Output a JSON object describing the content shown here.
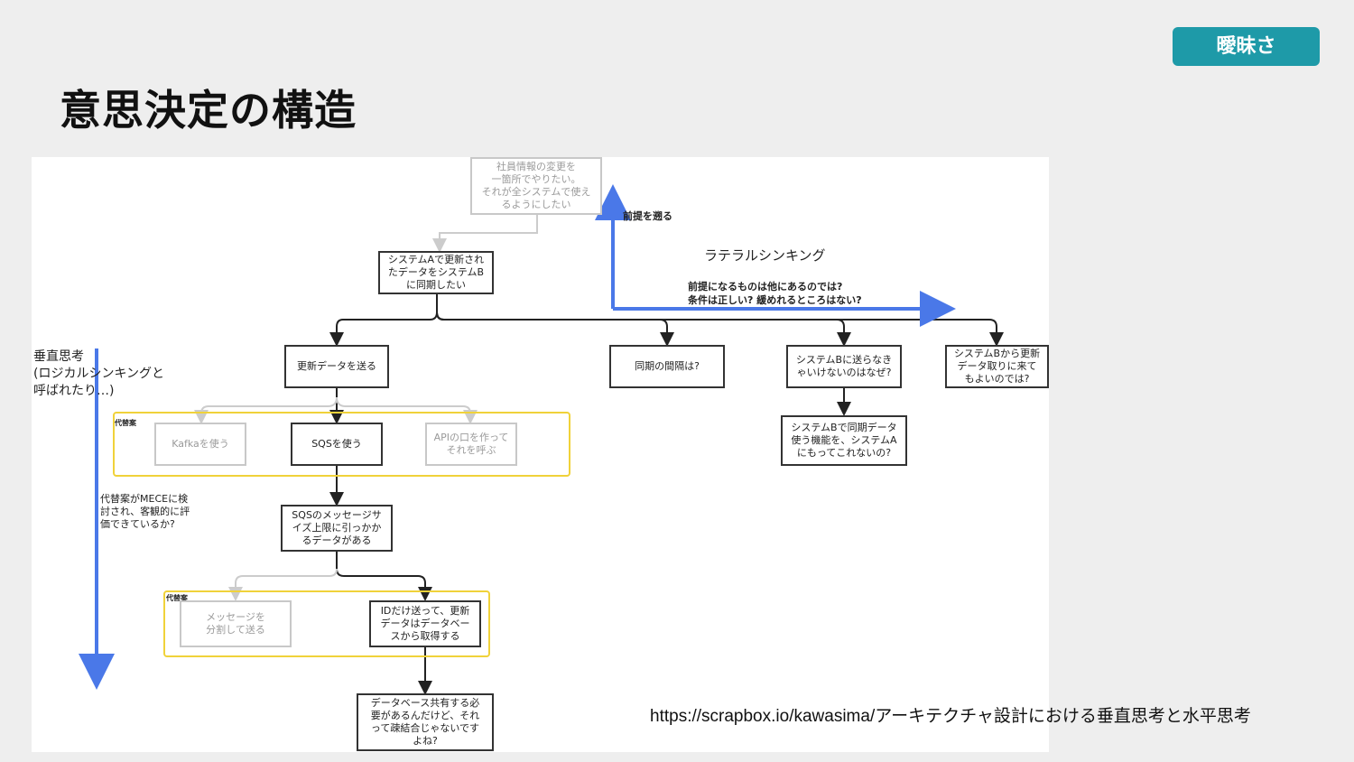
{
  "badge": {
    "label": "曖昧さ"
  },
  "title": "意思決定の構造",
  "diagram": {
    "nodes": {
      "goal": "社員情報の変更を\n一箇所でやりたい。\nそれが全システムで使え\nるようにしたい",
      "sync": "システムAで更新され\nたデータをシステムB\nに同期したい",
      "send_update": "更新データを送る",
      "sync_interval": "同期の間隔は?",
      "why_send": "システムBに送らなき\nゃいけないのはなぜ?",
      "b_fetch": "システムBから更新\nデータ取りに来て\nもよいのでは?",
      "b_sync_feature": "システムBで同期データ\n使う機能を、システムA\nにもってこれないの?",
      "kafka": "Kafkaを使う",
      "sqs": "SQSを使う",
      "api": "APIの口を作って\nそれを呼ぶ",
      "sqs_limit": "SQSのメッセージサ\nイズ上限に引っかか\nるデータがある",
      "split_message": "メッセージを\n分割して送る",
      "id_only": "IDだけ送って、更新\nデータはデータベー\nスから取得する",
      "shared_db": "データベース共有する必\n要があるんだけど、それ\nって疎結合じゃないです\nよね?"
    },
    "alt_label": "代替案",
    "vertical_label": "垂直思考\n(ロジカルシンキングと\n呼ばれたり…)",
    "mece_note": "代替案がMECEに検\n討され、客観的に評\n価できているか?",
    "lateral_title": "ラテラルシンキング",
    "lateral_up_label": "前提を遡る",
    "lateral_note": "前提になるものは他にあるのでは?\n条件は正しい? 緩めれるところはない?",
    "colors": {
      "axis_arrow": "#4a78e8",
      "alt_frame": "#f0d23a",
      "badge": "#1e9aa8"
    }
  },
  "source_url": "https://scrapbox.io/kawasima/アーキテクチャ設計における垂直思考と水平思考"
}
